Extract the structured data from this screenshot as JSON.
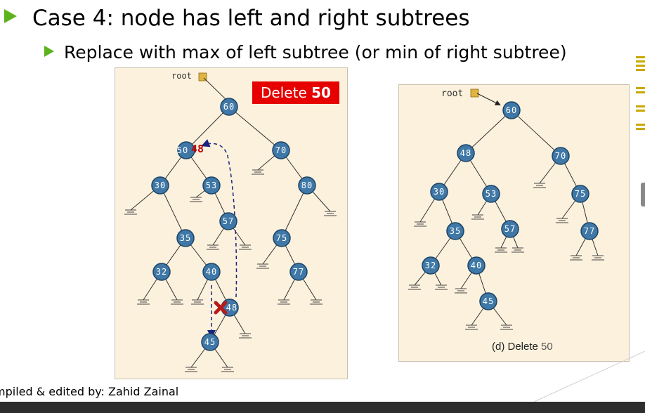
{
  "slide": {
    "heading": "Case 4: node has left and right subtrees",
    "subpoint": "Replace with max of left subtree (or min of right subtree)",
    "footer": "mpiled & edited by: Zahid Zainal"
  },
  "left_diagram": {
    "root_label": "root",
    "delete_word": "Delete",
    "delete_value": "50",
    "replacement_value": "48",
    "nodes": [
      "60",
      "50",
      "70",
      "30",
      "53",
      "80",
      "57",
      "35",
      "75",
      "32",
      "40",
      "77",
      "48",
      "45"
    ]
  },
  "right_diagram": {
    "root_label": "root",
    "caption_prefix": "(d) Delete",
    "caption_value": "50",
    "nodes": [
      "60",
      "48",
      "70",
      "30",
      "53",
      "75",
      "35",
      "57",
      "77",
      "32",
      "40",
      "45"
    ]
  },
  "colors": {
    "bullet": "#5cb31d",
    "node_fill": "#3f78a6",
    "delete_box": "#e60000",
    "arrow": "#1a237e",
    "panel": "#fbf1dd"
  }
}
